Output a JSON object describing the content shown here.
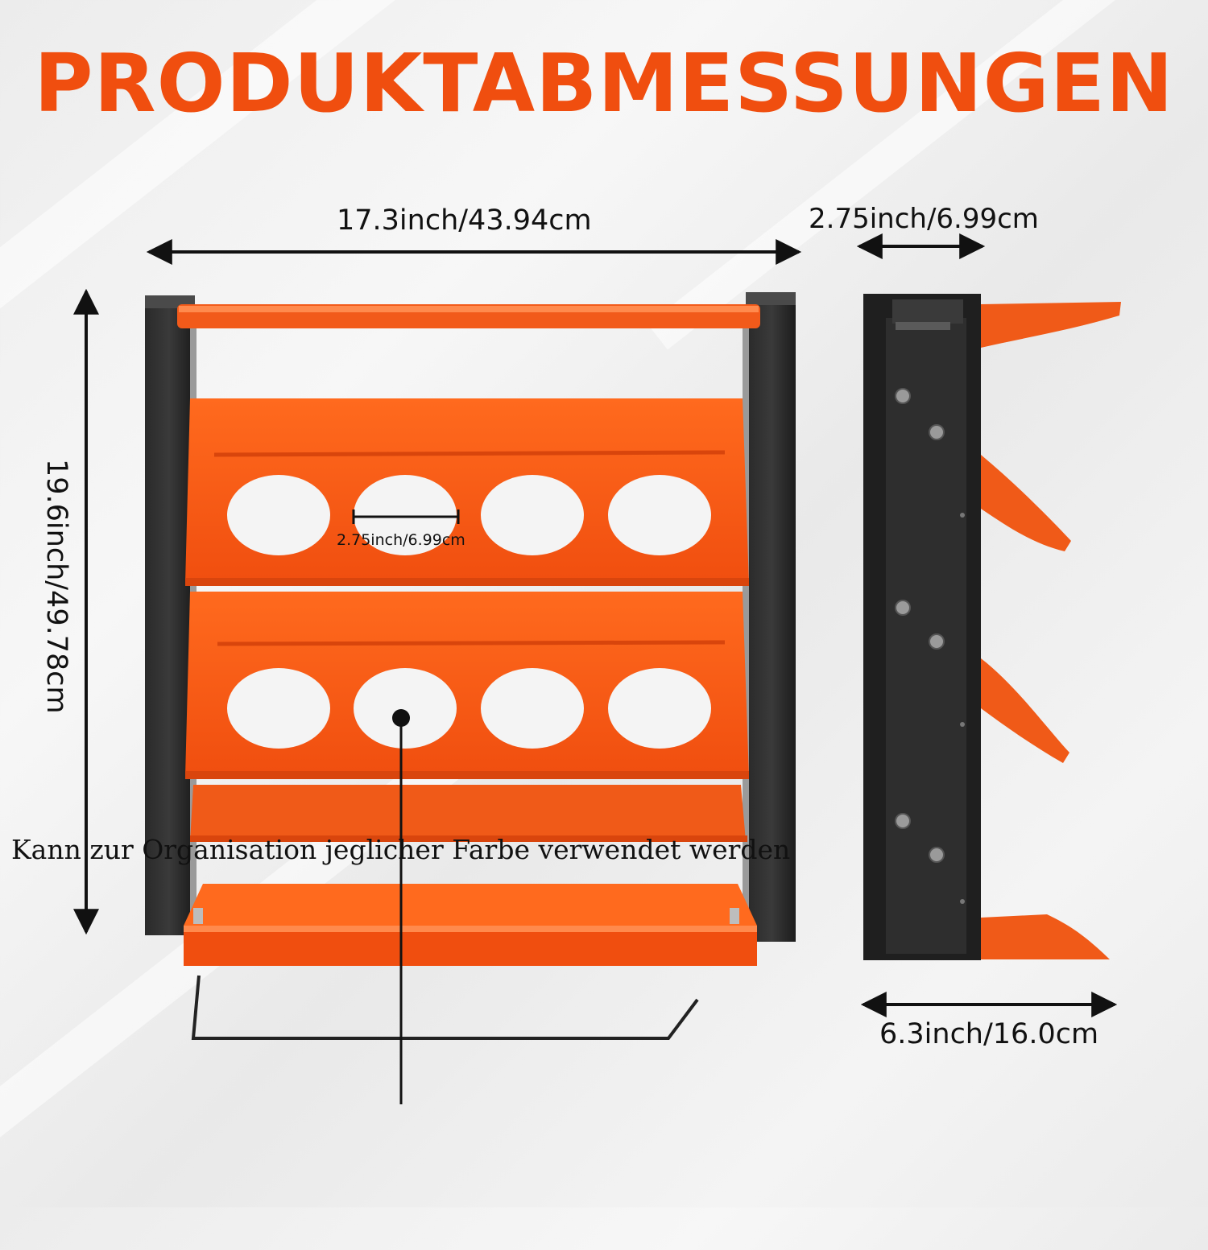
{
  "title": "PRODUKTABMESSUNGEN",
  "dimensions": {
    "width": "17.3inch/43.94cm",
    "height": "19.6inch/49.78cm",
    "hole_diameter": "2.75inch/6.99cm",
    "depth_top": "2.75inch/6.99cm",
    "depth_bottom": "6.3inch/16.0cm"
  },
  "caption": "Kann zur Organisation jeglicher Farbe verwendet werden",
  "colors": {
    "accent": "#f04e0f",
    "frame": "#1f1f1f",
    "text": "#111111"
  }
}
